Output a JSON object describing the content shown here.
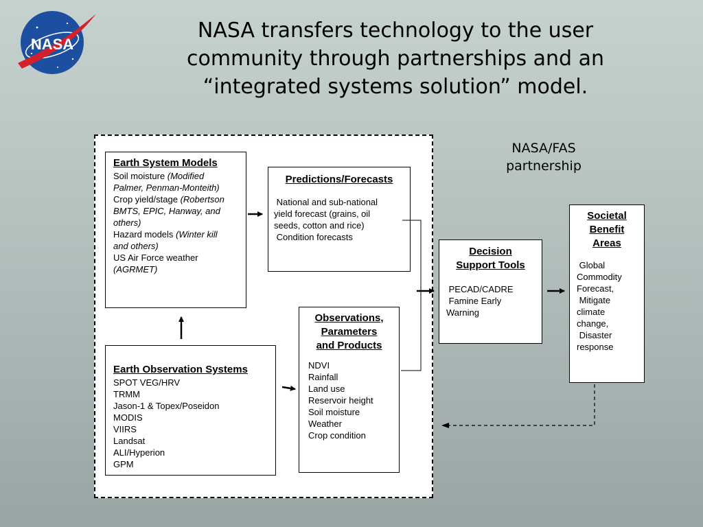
{
  "title": {
    "lines": [
      "NASA transfers technology to the user",
      "community through partnerships and an",
      "“integrated systems solution” model."
    ]
  },
  "logo": {
    "text": "NASA",
    "icon": "nasa-meatball-logo"
  },
  "partnership_label": {
    "lines": [
      "NASA/FAS",
      "partnership"
    ]
  },
  "boxes": {
    "earth_system_models": {
      "heading": "Earth System Models",
      "lines": [
        [
          {
            "t": "Soil moisture "
          },
          {
            "t": "(Modified",
            "i": true
          }
        ],
        [
          {
            "t": "Palmer, Penman-Monteith)",
            "i": true
          }
        ],
        [
          {
            "t": "Crop yield/stage "
          },
          {
            "t": "(Robertson",
            "i": true
          }
        ],
        [
          {
            "t": "BMTS, EPIC, Hanway, and",
            "i": true
          }
        ],
        [
          {
            "t": "others)",
            "i": true
          }
        ],
        [
          {
            "t": "Hazard models "
          },
          {
            "t": "(Winter kill",
            "i": true
          }
        ],
        [
          {
            "t": "and others)",
            "i": true
          }
        ],
        [
          {
            "t": "US Air Force weather"
          }
        ],
        [
          {
            "t": "(AGRMET)",
            "i": true
          }
        ]
      ]
    },
    "predictions_forecasts": {
      "heading": "Predictions/Forecasts",
      "lines": [
        " National and sub-national",
        "yield forecast (grains, oil",
        "seeds, cotton and rice)",
        " Condition forecasts"
      ]
    },
    "earth_observation_systems": {
      "heading": "Earth Observation Systems",
      "items": [
        "SPOT VEG/HRV",
        "TRMM",
        "Jason-1 & Topex/Poseidon",
        "MODIS",
        "VIIRS",
        "Landsat",
        "ALI/Hyperion",
        "GPM"
      ]
    },
    "observations": {
      "heading_lines": [
        "Observations,",
        "Parameters",
        "and Products"
      ],
      "items": [
        "NDVI",
        "Rainfall",
        "Land use",
        "Reservoir height",
        "Soil moisture",
        "Weather",
        "Crop condition"
      ]
    },
    "decision_support_tools": {
      "heading_lines": [
        "Decision",
        "Support Tools"
      ],
      "items": [
        " PECAD/CADRE",
        " Famine Early",
        "Warning"
      ]
    },
    "societal_benefit_areas": {
      "heading_lines": [
        "Societal",
        "Benefit",
        "Areas"
      ],
      "items": [
        " Global",
        "Commodity",
        "Forecast,",
        " Mitigate",
        "climate",
        "change,",
        " Disaster",
        "response"
      ]
    }
  },
  "colors": {
    "background_top": "#c5d2d0",
    "background_bottom": "#98a5a4",
    "logo_blue": "#1c4fa0",
    "logo_red": "#d4202a"
  }
}
